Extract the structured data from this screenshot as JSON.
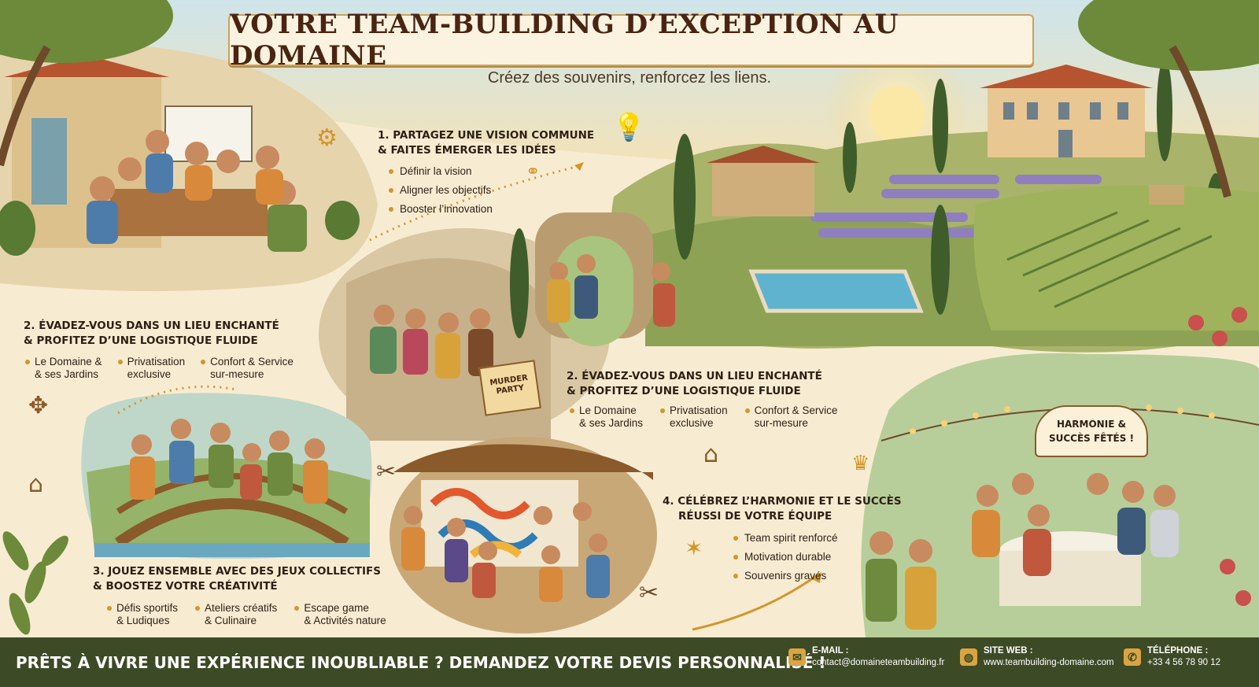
{
  "header": {
    "title": "VOTRE TEAM-BUILDING D’EXCEPTION AU DOMAINE",
    "subtitle": "Créez des souvenirs, renforcez les liens."
  },
  "section1": {
    "title_line1": "1. PARTAGEZ UNE VISION COMMUNE",
    "title_line2": "& FAITES ÉMERGER LES IDÉES",
    "items": [
      "Définir la vision",
      "Aligner les objectifs",
      "Booster l’innovation"
    ]
  },
  "section2_left": {
    "title_line1": "2. ÉVADEZ-VOUS DANS UN LIEU ENCHANTÉ",
    "title_line2": "& PROFITEZ D’UNE LOGISTIQUE FLUIDE",
    "items": [
      {
        "l1": "Le Domaine &",
        "l2": "& ses Jardins"
      },
      {
        "l1": "Privatisation",
        "l2": "exclusive"
      },
      {
        "l1": "Confort & Service",
        "l2": "sur-mesure"
      }
    ]
  },
  "section2_center": {
    "title_line1": "2. ÉVADEZ-VOUS DANS UN LIEU ENCHANTÉ",
    "title_line2": "& PROFITEZ D’UNE LOGISTIQUE FLUIDE",
    "items": [
      {
        "l1": "Le Domaine",
        "l2": "& ses Jardins"
      },
      {
        "l1": "Privatisation",
        "l2": "exclusive"
      },
      {
        "l1": "Confort & Service",
        "l2": "sur-mesure"
      }
    ]
  },
  "section3": {
    "title_line1": "3. JOUEZ ENSEMBLE AVEC DES JEUX COLLECTIFS",
    "title_line2": "& BOOSTEZ VOTRE CRÉATIVITÉ",
    "items": [
      {
        "l1": "Défis sportifs",
        "l2": "& Ludiques"
      },
      {
        "l1": "Ateliers créatifs",
        "l2": "& Culinaire"
      },
      {
        "l1": "Escape game",
        "l2": "& Activités nature"
      }
    ]
  },
  "section4": {
    "title_line1": "4. CÉLÉBREZ L’HARMONIE ET LE SUCCÈS",
    "title_line2": "RÉUSSI DE VOTRE ÉQUIPE",
    "items": [
      "Team spirit renforcé",
      "Motivation durable",
      "Souvenirs gravés"
    ]
  },
  "signs": {
    "murder_l1": "MURDER",
    "murder_l2": "PARTY",
    "harmonie_l1": "HARMONIE &",
    "harmonie_l2": "SUCCÈS FÊTÉS !"
  },
  "footer": {
    "cta": "PRÊTS À VIVRE UNE EXPÉRIENCE INOUBLIABLE ? DEMANDEZ VOTRE DEVIS PERSONNALISÉ !",
    "email_label": "E-MAIL :",
    "email": "contact@domaineteambuilding.fr",
    "web_label": "SITE WEB :",
    "web": "www.teambuilding-domaine.com",
    "phone_label": "TÉLÉPHONE :",
    "phone": "+33 4 56 78 90 12"
  },
  "colors": {
    "background": "#f7ecd2",
    "footer": "#3d4a26",
    "accent": "#d4952a",
    "title_text": "#4a2412"
  },
  "icons": [
    "lightbulb-icon",
    "gear-icon",
    "team-icon",
    "magnifier-icon",
    "compass-icon",
    "house-icon",
    "trophy-icon",
    "tools-icon",
    "party-popper-icon",
    "mail-icon",
    "globe-icon",
    "phone-icon"
  ]
}
